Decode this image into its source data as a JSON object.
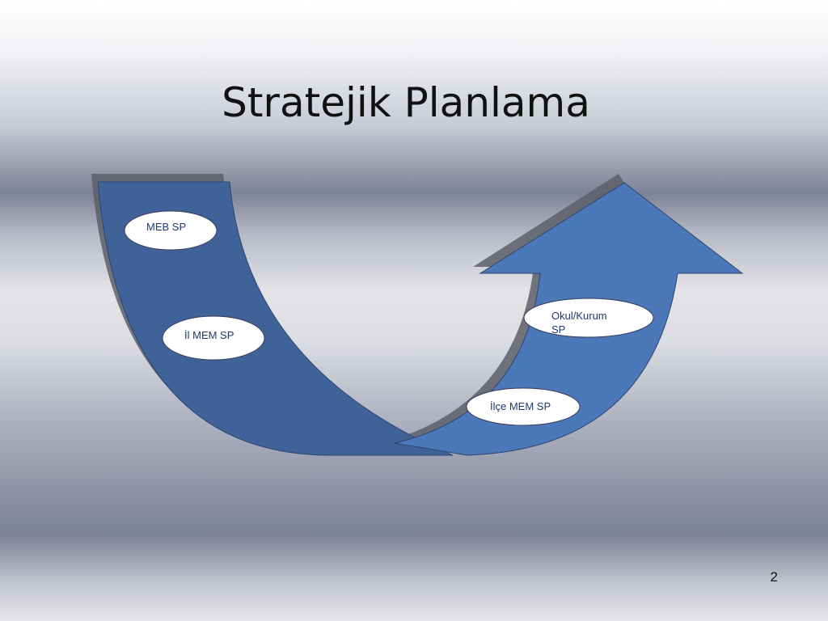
{
  "slide": {
    "title": "Stratejik Planlama",
    "page_number": "2"
  },
  "diagram": {
    "nodes": [
      {
        "label": "MEB SP"
      },
      {
        "label": "İl MEM SP"
      },
      {
        "label": "İlçe MEM SP"
      },
      {
        "label": "Okul/Kurum SP"
      }
    ],
    "colors": {
      "left_band": "#3f6399",
      "right_arrow": "#4a78b8",
      "shadow": "#5d5f6a",
      "oval_fill": "#ffffff",
      "label_text": "#1e3a6e"
    }
  }
}
